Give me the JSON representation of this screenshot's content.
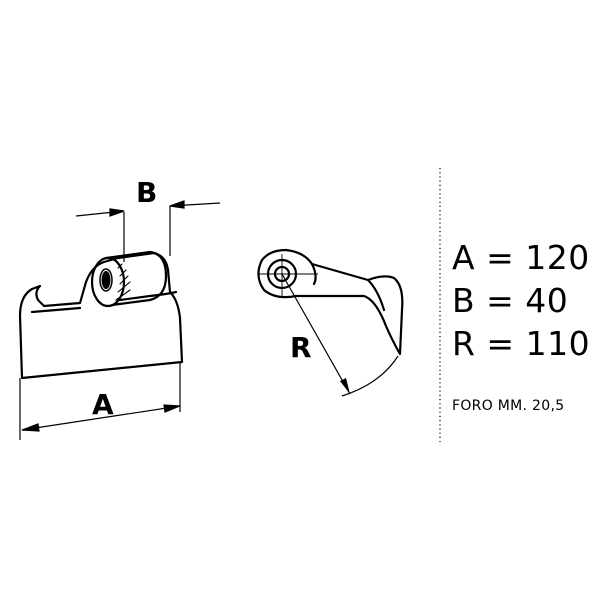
{
  "labels": {
    "a": "A",
    "b": "B",
    "r": "R"
  },
  "dimensions": [
    {
      "name": "A",
      "value": "120"
    },
    {
      "name": "B",
      "value": "40"
    },
    {
      "name": "R",
      "value": "110"
    }
  ],
  "note": "FORO MM. 20,5"
}
